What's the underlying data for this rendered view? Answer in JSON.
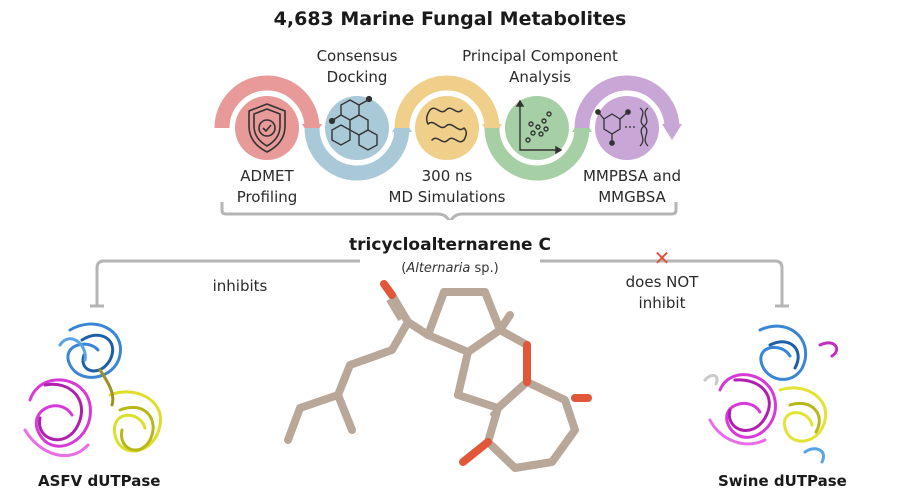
{
  "title": "4,683 Marine Fungal Metabolites",
  "pipeline": {
    "stages": [
      {
        "name": "ADMET Profiling",
        "line1": "ADMET",
        "line2": "Profiling",
        "color": "#e79a98",
        "icon": "shield-check-icon"
      },
      {
        "name": "Consensus Docking",
        "line1": "Consensus",
        "line2": "Docking",
        "color": "#a9c8d8",
        "icon": "molecule-structure-icon"
      },
      {
        "name": "300 ns MD Simulations",
        "line1": "300 ns",
        "line2": "MD Simulations",
        "color": "#f0cf8a",
        "icon": "protein-coil-icon"
      },
      {
        "name": "Principal Component Analysis",
        "line1": "Principal Component",
        "line2": "Analysis",
        "color": "#a7cfa5",
        "icon": "scatter-plot-icon"
      },
      {
        "name": "MMPBSA and MMGBSA",
        "line1": "MMPBSA and",
        "line2": "MMGBSA",
        "color": "#c8a6d6",
        "icon": "molecule-binding-icon"
      }
    ]
  },
  "compound": {
    "name": "tricycloalternarene C",
    "source_open": "(",
    "source_genus": "Alternaria",
    "source_rest": " sp.)"
  },
  "relations": {
    "left_label": "inhibits",
    "right_label_line1": "does NOT",
    "right_label_line2": "inhibit",
    "right_mark": "✕"
  },
  "proteins": {
    "left": "ASFV dUTPase",
    "right": "Swine dUTPase"
  },
  "colors": {
    "bond": "#b9a89a",
    "oxygen": "#e0573a",
    "bracket": "#b5b5b5",
    "cross": "#e0533c"
  }
}
